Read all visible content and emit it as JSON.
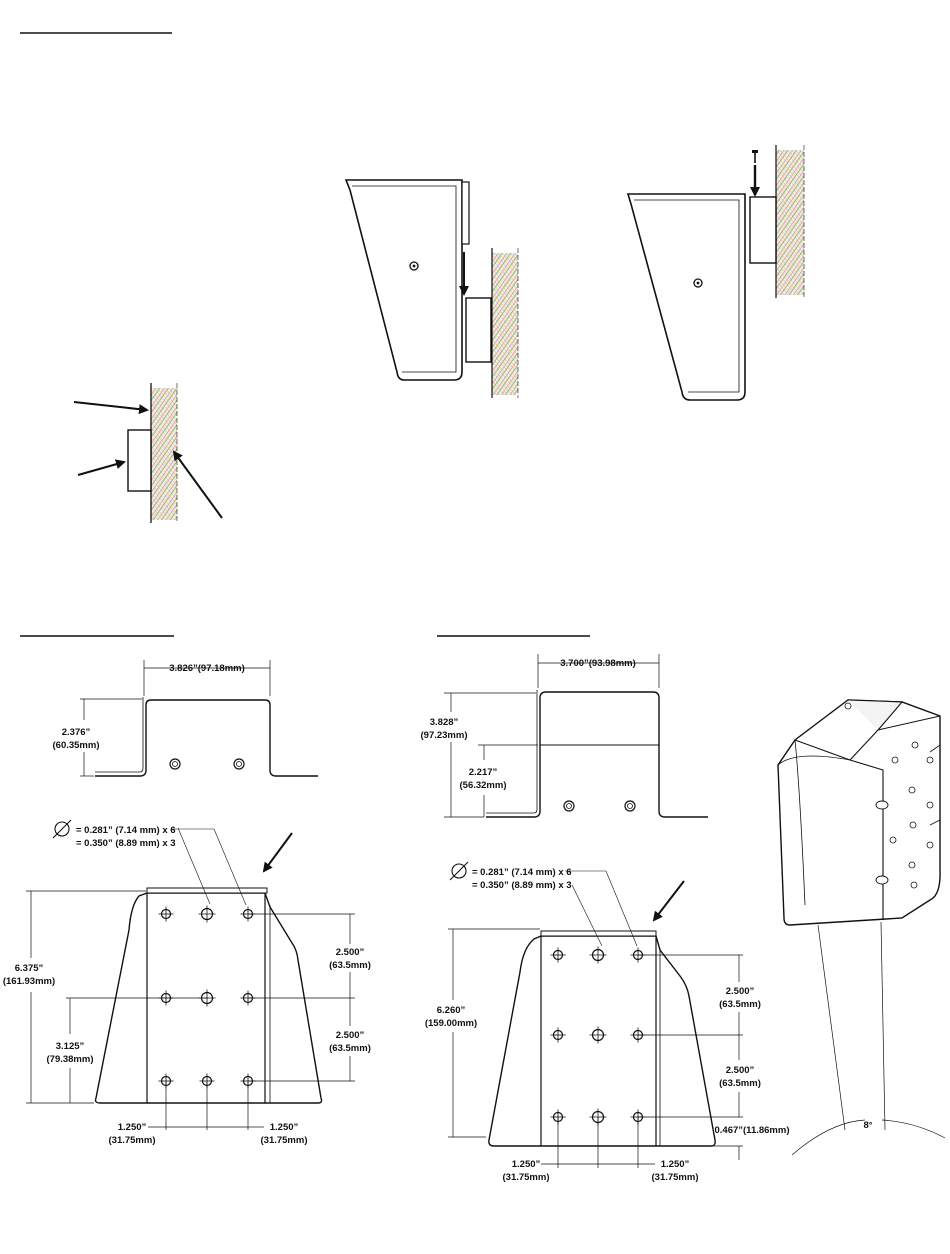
{
  "brackets": [
    {
      "name": "left-bracket",
      "side_width": "3.826”(97.18mm)",
      "side_height": [
        "2.376”",
        "(60.35mm)"
      ],
      "hole_note": [
        "= 0.281” (7.14 mm) x 6",
        "= 0.350” (8.89 mm) x 3"
      ],
      "total_height": [
        "6.375”",
        "(161.93mm)"
      ],
      "half_height": [
        "3.125”",
        "(79.38mm)"
      ],
      "spacing_upper": [
        "2.500”",
        "(63.5mm)"
      ],
      "spacing_lower": [
        "2.500”",
        "(63.5mm)"
      ],
      "horiz_left": [
        "1.250”",
        "(31.75mm)"
      ],
      "horiz_right": [
        "1.250”",
        "(31.75mm)"
      ]
    },
    {
      "name": "right-bracket",
      "side_width": "3.700”(93.98mm)",
      "side_height": [
        "3.828”",
        "(97.23mm)"
      ],
      "side_inner_height": [
        "2.217”",
        "(56.32mm)"
      ],
      "hole_note": [
        "= 0.281” (7.14 mm) x 6",
        "= 0.350” (8.89 mm) x 3"
      ],
      "total_height": [
        "6.260”",
        "(159.00mm)"
      ],
      "spacing_upper": [
        "2.500”",
        "(63.5mm)"
      ],
      "spacing_lower": [
        "2.500”",
        "(63.5mm)"
      ],
      "bottom_offset": "0.467”(11.86mm)",
      "horiz_left": [
        "1.250”",
        "(31.75mm)"
      ],
      "horiz_right": [
        "1.250”",
        "(31.75mm)"
      ]
    }
  ],
  "angle_label": "8°",
  "colors": {
    "line": "#111111",
    "wall_a": "#e07a9a",
    "wall_b": "#8fbf6a",
    "wall_c": "#7a9ad8",
    "wall_d": "#d8c070"
  }
}
